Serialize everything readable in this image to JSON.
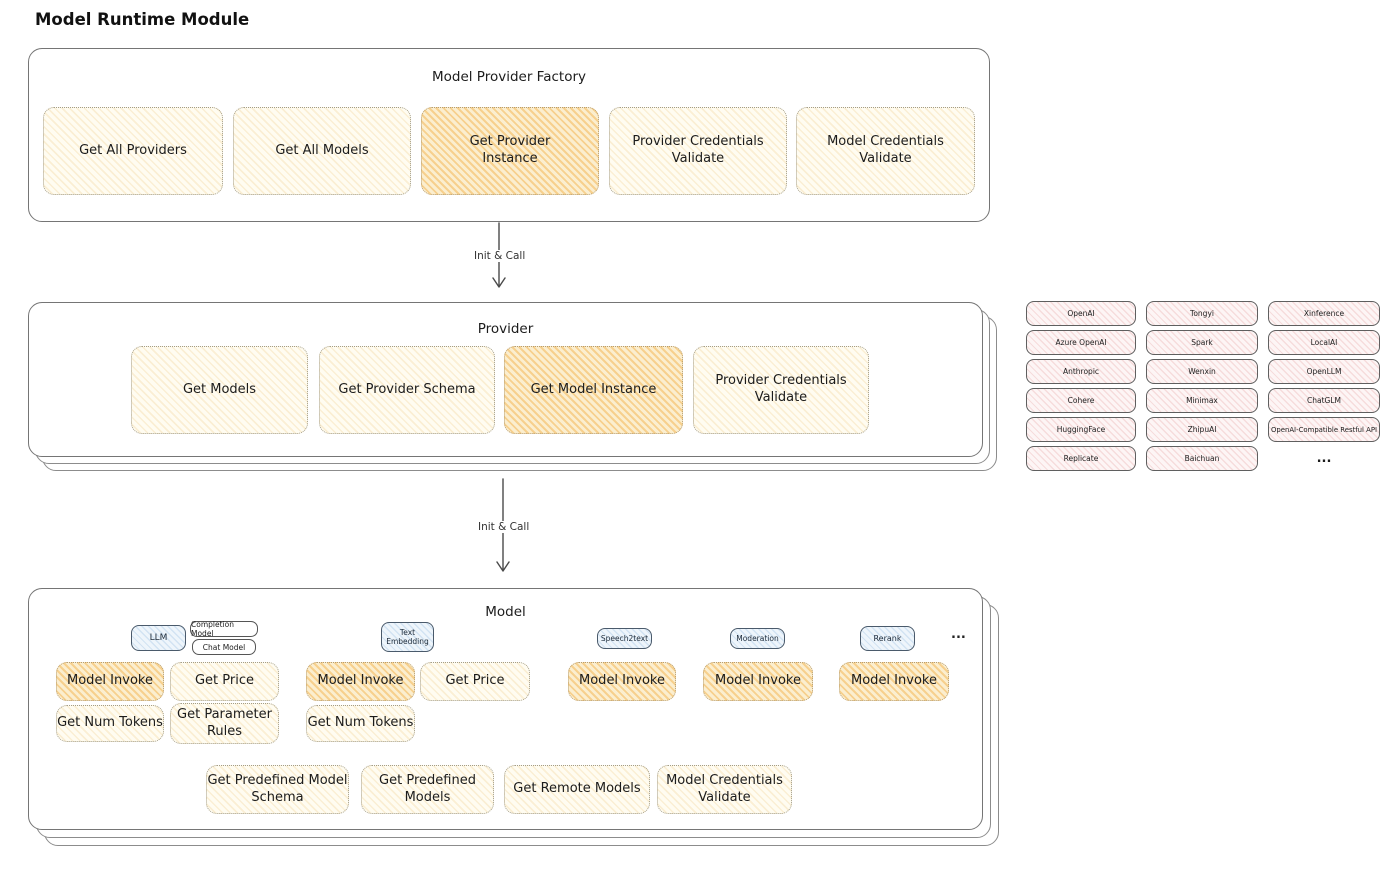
{
  "page_title": "Model Runtime Module",
  "colors": {
    "highlight_fill": "#f9ce83",
    "yellow_fill": "#fdf8e8",
    "pink_fill": "#fbecec",
    "blue_fill": "#e7f1fa",
    "box_border": "#757575"
  },
  "factory": {
    "title": "Model Provider Factory",
    "items": [
      "Get All Providers",
      "Get All Models",
      "Get Provider\nInstance",
      "Provider Credentials\nValidate",
      "Model Credentials\nValidate"
    ]
  },
  "flow": {
    "arrow1_label": "Init & Call",
    "arrow2_label": "Init & Call"
  },
  "provider": {
    "title": "Provider",
    "items": [
      "Get Models",
      "Get Provider Schema",
      "Get Model Instance",
      "Provider Credentials\nValidate"
    ]
  },
  "providers_list": {
    "items": [
      "OpenAI",
      "Tongyi",
      "Xinference",
      "Azure OpenAI",
      "Spark",
      "LocalAI",
      "Anthropic",
      "Wenxin",
      "OpenLLM",
      "Cohere",
      "Minimax",
      "ChatGLM",
      "HuggingFace",
      "ZhipuAI",
      "OpenAI-Compatible Restful API",
      "Replicate",
      "Baichuan"
    ],
    "more": "..."
  },
  "model": {
    "title": "Model",
    "tags": [
      "LLM",
      "Completion Model",
      "Chat Model",
      "Text\nEmbedding",
      "Speech2text",
      "Moderation",
      "Rerank"
    ],
    "tags_more": "...",
    "llm_functions": [
      "Model Invoke",
      "Get Price",
      "Get Num Tokens",
      "Get Parameter\nRules"
    ],
    "embedding_functions": [
      "Model Invoke",
      "Get Price",
      "Get Num Tokens"
    ],
    "speech2text_functions": [
      "Model Invoke"
    ],
    "moderation_functions": [
      "Model Invoke"
    ],
    "rerank_functions": [
      "Model Invoke"
    ],
    "common_functions": [
      "Get Predefined Model\nSchema",
      "Get Predefined\nModels",
      "Get Remote Models",
      "Model Credentials\nValidate"
    ]
  }
}
